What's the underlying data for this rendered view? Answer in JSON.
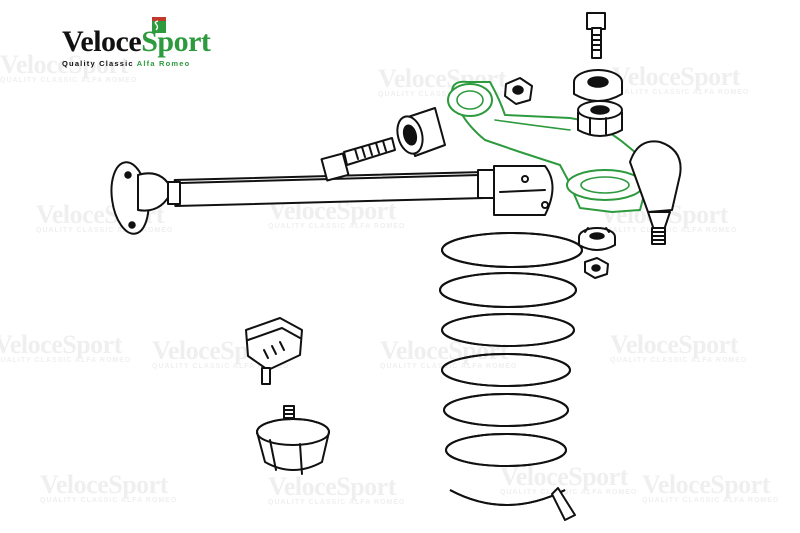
{
  "logo": {
    "brand_main": "Veloce",
    "brand_accent": "Sport",
    "tagline_main": "Quality Classic ",
    "tagline_accent": "Alfa Romeo",
    "icon": "serpent-crest-icon"
  },
  "watermark": {
    "main": "VeloceSport",
    "sub": "QUALITY CLASSIC ALFA ROMEO"
  },
  "colors": {
    "accent_green": "#2e9a3e",
    "line_black": "#111111",
    "background": "#ffffff",
    "watermark_gray": "#8a8a8a"
  },
  "parts": [
    {
      "name": "upper-control-arm",
      "highlighted": true
    },
    {
      "name": "ball-joint-stud",
      "highlighted": false
    },
    {
      "name": "upper-bolt",
      "highlighted": false
    },
    {
      "name": "upper-nut",
      "highlighted": false
    },
    {
      "name": "slotted-nut",
      "highlighted": false
    },
    {
      "name": "rubber-bushing",
      "highlighted": false
    },
    {
      "name": "pivot-bolt",
      "highlighted": false
    },
    {
      "name": "bushing-sleeve",
      "highlighted": false
    },
    {
      "name": "reaction-rod",
      "highlighted": false
    },
    {
      "name": "castle-nut",
      "highlighted": false
    },
    {
      "name": "lock-nut",
      "highlighted": false
    },
    {
      "name": "coil-spring",
      "highlighted": false
    },
    {
      "name": "bump-stop-bracket",
      "highlighted": false
    },
    {
      "name": "bump-stop-rubber",
      "highlighted": false
    }
  ]
}
